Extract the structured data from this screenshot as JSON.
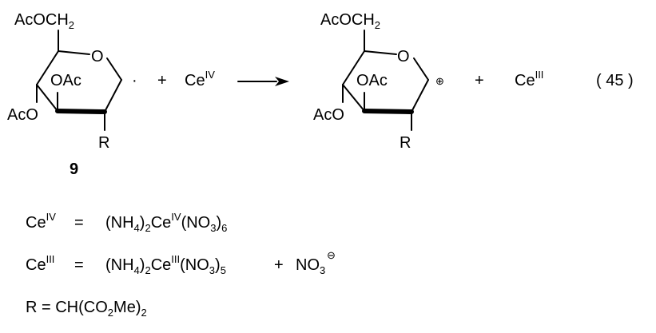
{
  "reaction": {
    "reactant": {
      "top_group": "AcOCH",
      "top_group_sub": "2",
      "ring_oxygen": "O",
      "c3_group": "OAc",
      "c4_group": "AcO",
      "substituent": "R",
      "radical_dot": "·",
      "compound_number": "9"
    },
    "plus_1": "+",
    "oxidant": {
      "base": "Ce",
      "sup": "IV"
    },
    "product": {
      "top_group": "AcOCH",
      "top_group_sub": "2",
      "ring_oxygen": "O",
      "c3_group": "OAc",
      "c4_group": "AcO",
      "substituent": "R",
      "cation_symbol": "⊕"
    },
    "plus_2": "+",
    "reduced": {
      "base": "Ce",
      "sup": "III"
    },
    "equation_number": "( 45 )"
  },
  "definitions": {
    "ce_iv": {
      "lhs_base": "Ce",
      "lhs_sup": "IV",
      "equals": "=",
      "p1": "(NH",
      "s1": "4",
      "p2": ")",
      "s2": "2",
      "p3": "Ce",
      "sup": "IV",
      "p4": "(NO",
      "s3": "3",
      "p5": ")",
      "s4": "6"
    },
    "ce_iii": {
      "lhs_base": "Ce",
      "lhs_sup": "III",
      "equals": "=",
      "p1": "(NH",
      "s1": "4",
      "p2": ")",
      "s2": "2",
      "p3": "Ce",
      "sup": "III",
      "p4": "(NO",
      "s3": "3",
      "p5": ")",
      "s4": "5",
      "plus": "+",
      "nitrate": "NO",
      "nitrate_sub": "3",
      "nitrate_charge": "⊖"
    },
    "r_group": {
      "p1": "R = CH(CO",
      "s1": "2",
      "p2": "Me)",
      "s2": "2"
    }
  }
}
